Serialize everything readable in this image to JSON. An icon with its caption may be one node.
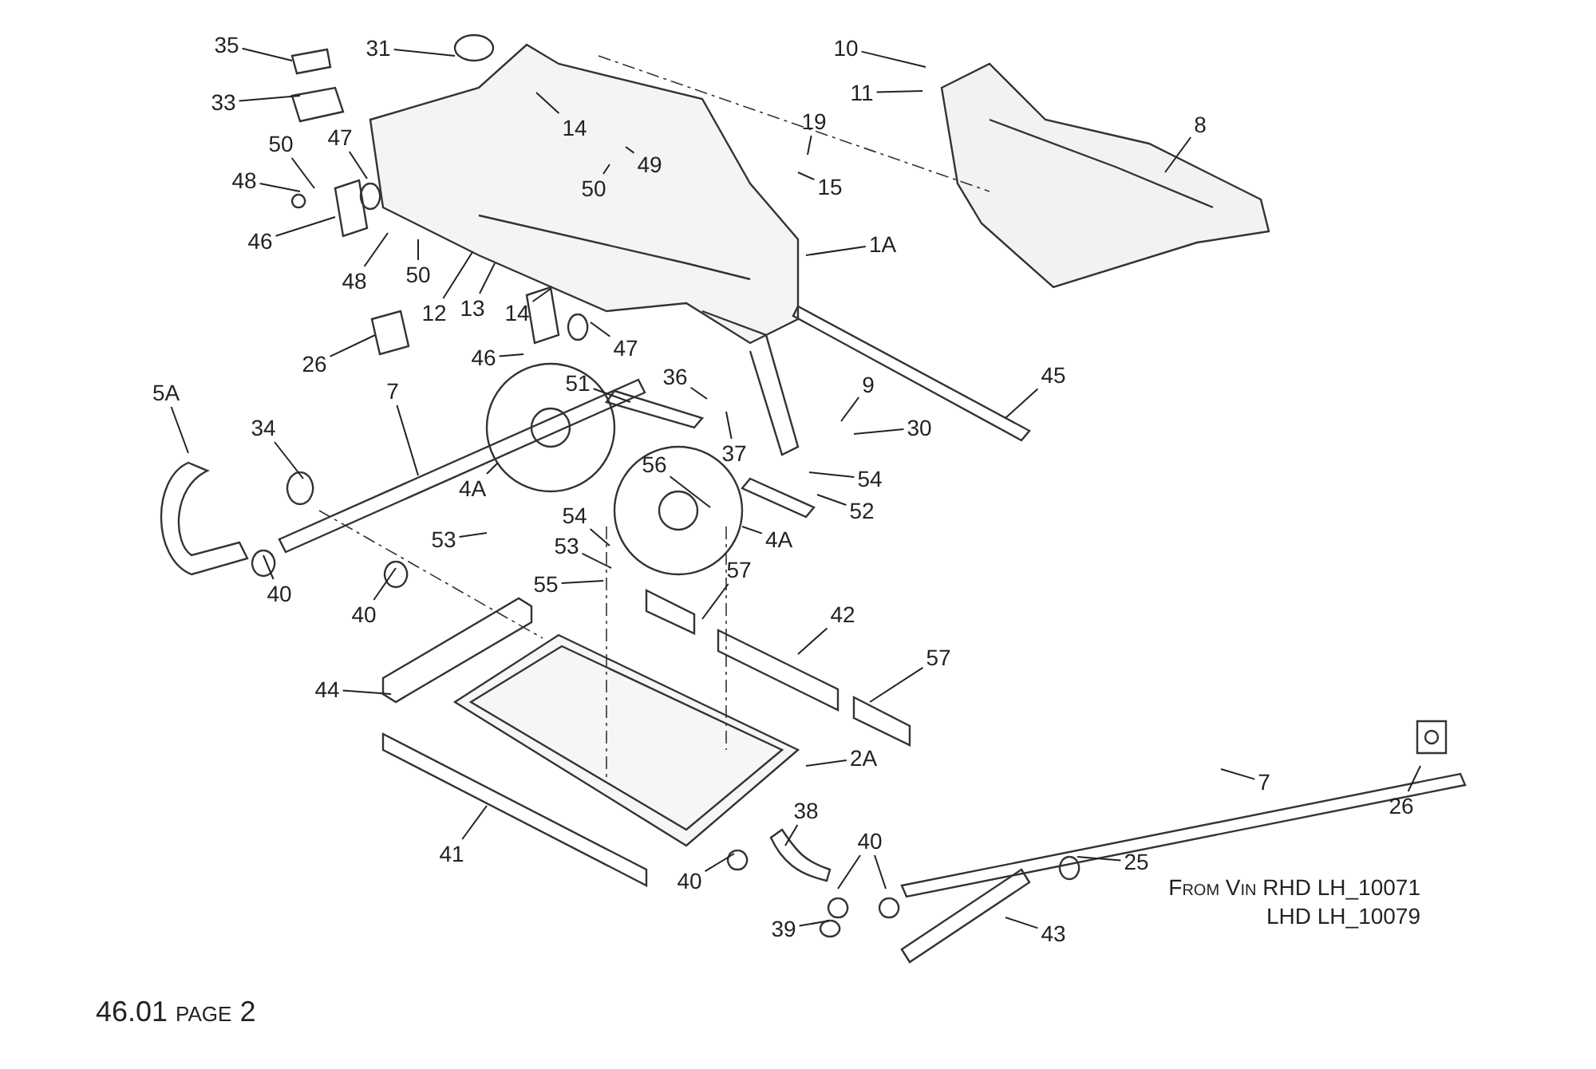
{
  "diagram": {
    "nodes": [
      {
        "text": [
          "35"
        ]
      },
      {
        "text": [
          "31"
        ]
      },
      {
        "text": [
          "33"
        ]
      },
      {
        "text": [
          "50"
        ]
      },
      {
        "text": [
          "47"
        ]
      },
      {
        "text": [
          "48"
        ]
      },
      {
        "text": [
          "46"
        ]
      },
      {
        "text": [
          "14"
        ]
      },
      {
        "text": [
          "50"
        ]
      },
      {
        "text": [
          "49"
        ]
      },
      {
        "text": [
          "48"
        ]
      },
      {
        "text": [
          "50"
        ]
      },
      {
        "text": [
          "12"
        ]
      },
      {
        "text": [
          "13"
        ]
      },
      {
        "text": [
          "14"
        ]
      },
      {
        "text": [
          "46"
        ]
      },
      {
        "text": [
          "47"
        ]
      },
      {
        "text": [
          "26"
        ]
      },
      {
        "text": [
          "10"
        ]
      },
      {
        "text": [
          "11"
        ]
      },
      {
        "text": [
          "19"
        ]
      },
      {
        "text": [
          "15"
        ]
      },
      {
        "text": [
          "8"
        ]
      },
      {
        "text": [
          "1A"
        ]
      },
      {
        "text": [
          "45"
        ]
      },
      {
        "text": [
          "36"
        ]
      },
      {
        "text": [
          "9"
        ]
      },
      {
        "text": [
          "30"
        ]
      },
      {
        "text": [
          "37"
        ]
      },
      {
        "text": [
          "51"
        ]
      },
      {
        "text": [
          "7"
        ]
      },
      {
        "text": [
          "5A"
        ]
      },
      {
        "text": [
          "34"
        ]
      },
      {
        "text": [
          "56"
        ]
      },
      {
        "text": [
          "54"
        ]
      },
      {
        "text": [
          "52"
        ]
      },
      {
        "text": [
          "4A"
        ]
      },
      {
        "text": [
          "4A"
        ]
      },
      {
        "text": [
          "53"
        ]
      },
      {
        "text": [
          "54"
        ]
      },
      {
        "text": [
          "53"
        ]
      },
      {
        "text": [
          "55"
        ]
      },
      {
        "text": [
          "57"
        ]
      },
      {
        "text": [
          "40"
        ]
      },
      {
        "text": [
          "40"
        ]
      },
      {
        "text": [
          "42"
        ]
      },
      {
        "text": [
          "57"
        ]
      },
      {
        "text": [
          "44"
        ]
      },
      {
        "text": [
          "2A"
        ]
      },
      {
        "text": [
          "41"
        ]
      },
      {
        "text": [
          "38"
        ]
      },
      {
        "text": [
          "40"
        ]
      },
      {
        "text": [
          "40"
        ]
      },
      {
        "text": [
          "39"
        ]
      },
      {
        "text": [
          "43"
        ]
      },
      {
        "text": [
          "25"
        ]
      },
      {
        "text": [
          "7"
        ]
      },
      {
        "text": [
          "26"
        ]
      }
    ],
    "edges": [
      {
        "from": 0,
        "to": null,
        "arrow": "none"
      },
      {
        "from": 1,
        "to": null,
        "arrow": "none"
      },
      {
        "from": 2,
        "to": null,
        "arrow": "none"
      },
      {
        "from": 3,
        "to": null,
        "arrow": "none"
      },
      {
        "from": 4,
        "to": null,
        "arrow": "none"
      },
      {
        "from": 5,
        "to": null,
        "arrow": "none"
      },
      {
        "from": 6,
        "to": null,
        "arrow": "none"
      },
      {
        "from": 7,
        "to": null,
        "arrow": "none"
      },
      {
        "from": 8,
        "to": null,
        "arrow": "none"
      },
      {
        "from": 9,
        "to": null,
        "arrow": "none"
      },
      {
        "from": 10,
        "to": null,
        "arrow": "none"
      },
      {
        "from": 11,
        "to": null,
        "arrow": "none"
      },
      {
        "from": 12,
        "to": null,
        "arrow": "none"
      },
      {
        "from": 13,
        "to": null,
        "arrow": "none"
      },
      {
        "from": 14,
        "to": null,
        "arrow": "none"
      },
      {
        "from": 15,
        "to": null,
        "arrow": "none"
      },
      {
        "from": 16,
        "to": null,
        "arrow": "none"
      },
      {
        "from": 17,
        "to": null,
        "arrow": "none"
      },
      {
        "from": 18,
        "to": null,
        "arrow": "none"
      },
      {
        "from": 19,
        "to": null,
        "arrow": "none"
      },
      {
        "from": 20,
        "to": null,
        "arrow": "none"
      },
      {
        "from": 21,
        "to": null,
        "arrow": "none"
      },
      {
        "from": 22,
        "to": null,
        "arrow": "none"
      },
      {
        "from": 23,
        "to": null,
        "arrow": "none"
      },
      {
        "from": 24,
        "to": null,
        "arrow": "none"
      },
      {
        "from": 25,
        "to": null,
        "arrow": "none"
      },
      {
        "from": 26,
        "to": null,
        "arrow": "none"
      },
      {
        "from": 27,
        "to": null,
        "arrow": "none"
      },
      {
        "from": 28,
        "to": null,
        "arrow": "none"
      },
      {
        "from": 29,
        "to": null,
        "arrow": "none"
      },
      {
        "from": 30,
        "to": null,
        "arrow": "none"
      },
      {
        "from": 31,
        "to": null,
        "arrow": "none"
      },
      {
        "from": 32,
        "to": null,
        "arrow": "none"
      },
      {
        "from": 33,
        "to": null,
        "arrow": "none"
      },
      {
        "from": 34,
        "to": null,
        "arrow": "none"
      },
      {
        "from": 35,
        "to": null,
        "arrow": "none"
      },
      {
        "from": 36,
        "to": null,
        "arrow": "none"
      },
      {
        "from": 37,
        "to": null,
        "arrow": "none"
      },
      {
        "from": 38,
        "to": null,
        "arrow": "none"
      },
      {
        "from": 39,
        "to": null,
        "arrow": "none"
      },
      {
        "from": 40,
        "to": null,
        "arrow": "none"
      },
      {
        "from": 41,
        "to": null,
        "arrow": "none"
      },
      {
        "from": 42,
        "to": null,
        "arrow": "none"
      },
      {
        "from": 43,
        "to": null,
        "arrow": "none"
      },
      {
        "from": 44,
        "to": null,
        "arrow": "none"
      },
      {
        "from": 45,
        "to": null,
        "arrow": "none"
      },
      {
        "from": 46,
        "to": null,
        "arrow": "none"
      },
      {
        "from": 47,
        "to": null,
        "arrow": "none"
      },
      {
        "from": 48,
        "to": null,
        "arrow": "none"
      },
      {
        "from": 49,
        "to": null,
        "arrow": "none"
      },
      {
        "from": 50,
        "to": null,
        "arrow": "none"
      },
      {
        "from": 51,
        "to": null,
        "arrow": "none"
      },
      {
        "from": 51,
        "to": null,
        "arrow": "none"
      },
      {
        "from": 52,
        "to": null,
        "arrow": "none"
      },
      {
        "from": 53,
        "to": null,
        "arrow": "none"
      },
      {
        "from": 54,
        "to": null,
        "arrow": "none"
      },
      {
        "from": 55,
        "to": null,
        "arrow": "none"
      },
      {
        "from": 56,
        "to": null,
        "arrow": "none"
      },
      {
        "from": 57,
        "to": null,
        "arrow": "none"
      }
    ],
    "labels": [
      "From Vin RHD LH_10071",
      "LHD LH_10079",
      "46.01 page 2"
    ]
  }
}
